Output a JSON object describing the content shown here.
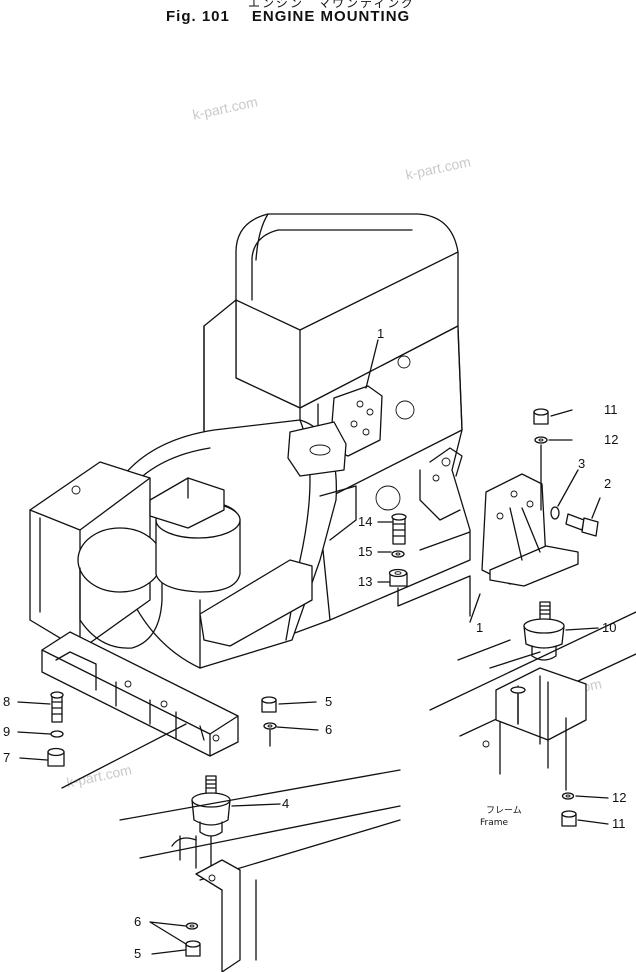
{
  "header": {
    "title_jp": "エンジン　マウンティング",
    "fig_label": "Fig. 101",
    "title": "ENGINE MOUNTING"
  },
  "watermarks": [
    "k-part.com",
    "k-part.com",
    "k-part.com",
    "k-part.com"
  ],
  "frame_label": {
    "jp": "フレーム",
    "en": "Frame"
  },
  "callouts": [
    {
      "label": "1",
      "ref": "upper-left-bracket"
    },
    {
      "label": "1",
      "ref": "right-bracket"
    },
    {
      "label": "2",
      "ref": "right-bolt"
    },
    {
      "label": "3",
      "ref": "right-washer"
    },
    {
      "label": "4",
      "ref": "left-mount"
    },
    {
      "label": "5",
      "ref": "left-upper-nut"
    },
    {
      "label": "5",
      "ref": "left-lower-nut"
    },
    {
      "label": "6",
      "ref": "left-upper-washer"
    },
    {
      "label": "6",
      "ref": "left-lower-washer"
    },
    {
      "label": "7",
      "ref": "left-spacer"
    },
    {
      "label": "8",
      "ref": "left-bolt"
    },
    {
      "label": "9",
      "ref": "left-bolt-washer"
    },
    {
      "label": "10",
      "ref": "right-mount"
    },
    {
      "label": "11",
      "ref": "right-upper-nut"
    },
    {
      "label": "11",
      "ref": "right-lower-nut"
    },
    {
      "label": "12",
      "ref": "right-upper-washer"
    },
    {
      "label": "12",
      "ref": "right-lower-washer"
    },
    {
      "label": "13",
      "ref": "center-spacer"
    },
    {
      "label": "14",
      "ref": "center-bolt"
    },
    {
      "label": "15",
      "ref": "center-washer"
    }
  ]
}
